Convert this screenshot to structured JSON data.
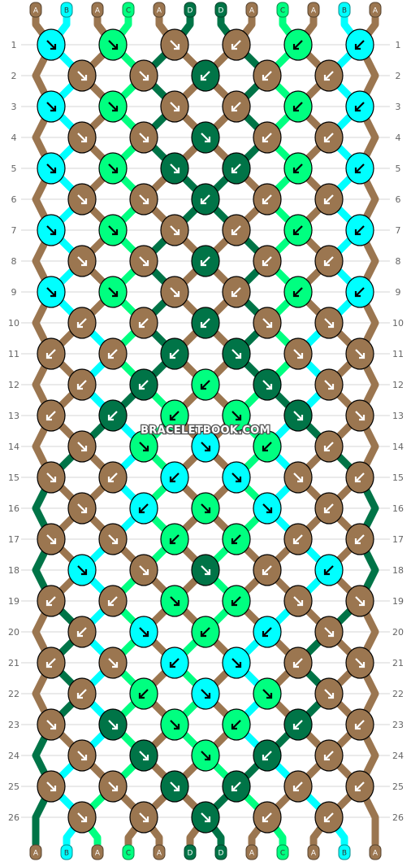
{
  "watermark": "BRACELETBOOK.COM",
  "colors": {
    "A": "#9b7650",
    "B": "#00ffff",
    "C": "#00ff80",
    "D": "#007447"
  },
  "strands_top": [
    "A",
    "B",
    "A",
    "C",
    "A",
    "D",
    "D",
    "A",
    "C",
    "A",
    "B",
    "A"
  ],
  "strands_bottom": [
    "A",
    "B",
    "A",
    "C",
    "A",
    "D",
    "D",
    "A",
    "C",
    "A",
    "B",
    "A"
  ],
  "row_labels": [
    "1",
    "2",
    "3",
    "4",
    "5",
    "6",
    "7",
    "8",
    "9",
    "10",
    "11",
    "12",
    "13",
    "14",
    "15",
    "16",
    "17",
    "18",
    "19",
    "20",
    "21",
    "22",
    "23",
    "24",
    "25",
    "26"
  ],
  "knots": [
    [
      [
        "B",
        "f"
      ],
      [
        "C",
        "f"
      ],
      [
        "A",
        "f"
      ],
      [
        "A",
        "b"
      ],
      [
        "C",
        "b"
      ],
      [
        "B",
        "b"
      ]
    ],
    [
      [
        "A",
        "f"
      ],
      [
        "A",
        "f"
      ],
      [
        "D",
        "b"
      ],
      [
        "A",
        "b"
      ],
      [
        "A",
        "b"
      ]
    ],
    [
      [
        "B",
        "f"
      ],
      [
        "C",
        "f"
      ],
      [
        "A",
        "f"
      ],
      [
        "A",
        "b"
      ],
      [
        "C",
        "b"
      ],
      [
        "B",
        "b"
      ]
    ],
    [
      [
        "A",
        "f"
      ],
      [
        "A",
        "f"
      ],
      [
        "D",
        "f"
      ],
      [
        "A",
        "b"
      ],
      [
        "A",
        "b"
      ]
    ],
    [
      [
        "B",
        "f"
      ],
      [
        "C",
        "f"
      ],
      [
        "D",
        "f"
      ],
      [
        "D",
        "b"
      ],
      [
        "C",
        "b"
      ],
      [
        "B",
        "b"
      ]
    ],
    [
      [
        "A",
        "f"
      ],
      [
        "A",
        "f"
      ],
      [
        "D",
        "b"
      ],
      [
        "A",
        "b"
      ],
      [
        "A",
        "b"
      ]
    ],
    [
      [
        "B",
        "f"
      ],
      [
        "C",
        "f"
      ],
      [
        "A",
        "f"
      ],
      [
        "A",
        "b"
      ],
      [
        "C",
        "b"
      ],
      [
        "B",
        "b"
      ]
    ],
    [
      [
        "A",
        "f"
      ],
      [
        "A",
        "f"
      ],
      [
        "D",
        "b"
      ],
      [
        "A",
        "b"
      ],
      [
        "A",
        "b"
      ]
    ],
    [
      [
        "B",
        "f"
      ],
      [
        "C",
        "f"
      ],
      [
        "A",
        "f"
      ],
      [
        "A",
        "b"
      ],
      [
        "C",
        "b"
      ],
      [
        "B",
        "b"
      ]
    ],
    [
      [
        "A",
        "b"
      ],
      [
        "A",
        "b"
      ],
      [
        "D",
        "b"
      ],
      [
        "A",
        "f"
      ],
      [
        "A",
        "f"
      ]
    ],
    [
      [
        "A",
        "b"
      ],
      [
        "A",
        "b"
      ],
      [
        "D",
        "b"
      ],
      [
        "D",
        "f"
      ],
      [
        "A",
        "f"
      ],
      [
        "A",
        "f"
      ]
    ],
    [
      [
        "A",
        "b"
      ],
      [
        "D",
        "b"
      ],
      [
        "C",
        "b"
      ],
      [
        "D",
        "f"
      ],
      [
        "A",
        "f"
      ]
    ],
    [
      [
        "A",
        "b"
      ],
      [
        "D",
        "b"
      ],
      [
        "C",
        "b"
      ],
      [
        "C",
        "f"
      ],
      [
        "D",
        "f"
      ],
      [
        "A",
        "f"
      ]
    ],
    [
      [
        "A",
        "f"
      ],
      [
        "C",
        "f"
      ],
      [
        "B",
        "f"
      ],
      [
        "C",
        "b"
      ],
      [
        "A",
        "b"
      ]
    ],
    [
      [
        "A",
        "f"
      ],
      [
        "A",
        "b"
      ],
      [
        "B",
        "b"
      ],
      [
        "B",
        "f"
      ],
      [
        "A",
        "f"
      ],
      [
        "A",
        "b"
      ]
    ],
    [
      [
        "A",
        "f"
      ],
      [
        "B",
        "b"
      ],
      [
        "C",
        "f"
      ],
      [
        "B",
        "f"
      ],
      [
        "A",
        "b"
      ]
    ],
    [
      [
        "A",
        "f"
      ],
      [
        "A",
        "f"
      ],
      [
        "C",
        "b"
      ],
      [
        "C",
        "b"
      ],
      [
        "A",
        "b"
      ],
      [
        "A",
        "b"
      ]
    ],
    [
      [
        "B",
        "f"
      ],
      [
        "A",
        "f"
      ],
      [
        "D",
        "f"
      ],
      [
        "A",
        "b"
      ],
      [
        "B",
        "b"
      ]
    ],
    [
      [
        "A",
        "b"
      ],
      [
        "A",
        "b"
      ],
      [
        "C",
        "f"
      ],
      [
        "C",
        "b"
      ],
      [
        "A",
        "f"
      ],
      [
        "A",
        "f"
      ]
    ],
    [
      [
        "A",
        "b"
      ],
      [
        "B",
        "f"
      ],
      [
        "C",
        "b"
      ],
      [
        "B",
        "b"
      ],
      [
        "A",
        "f"
      ]
    ],
    [
      [
        "A",
        "b"
      ],
      [
        "A",
        "f"
      ],
      [
        "B",
        "b"
      ],
      [
        "B",
        "f"
      ],
      [
        "A",
        "b"
      ],
      [
        "A",
        "f"
      ]
    ],
    [
      [
        "A",
        "b"
      ],
      [
        "C",
        "b"
      ],
      [
        "B",
        "f"
      ],
      [
        "C",
        "f"
      ],
      [
        "A",
        "f"
      ]
    ],
    [
      [
        "A",
        "f"
      ],
      [
        "D",
        "f"
      ],
      [
        "C",
        "f"
      ],
      [
        "C",
        "b"
      ],
      [
        "D",
        "b"
      ],
      [
        "A",
        "b"
      ]
    ],
    [
      [
        "A",
        "f"
      ],
      [
        "D",
        "f"
      ],
      [
        "C",
        "f"
      ],
      [
        "D",
        "b"
      ],
      [
        "A",
        "b"
      ]
    ],
    [
      [
        "A",
        "f"
      ],
      [
        "A",
        "f"
      ],
      [
        "D",
        "f"
      ],
      [
        "D",
        "b"
      ],
      [
        "A",
        "b"
      ],
      [
        "A",
        "b"
      ]
    ],
    [
      [
        "A",
        "f"
      ],
      [
        "A",
        "f"
      ],
      [
        "D",
        "f"
      ],
      [
        "A",
        "b"
      ],
      [
        "A",
        "b"
      ]
    ]
  ]
}
